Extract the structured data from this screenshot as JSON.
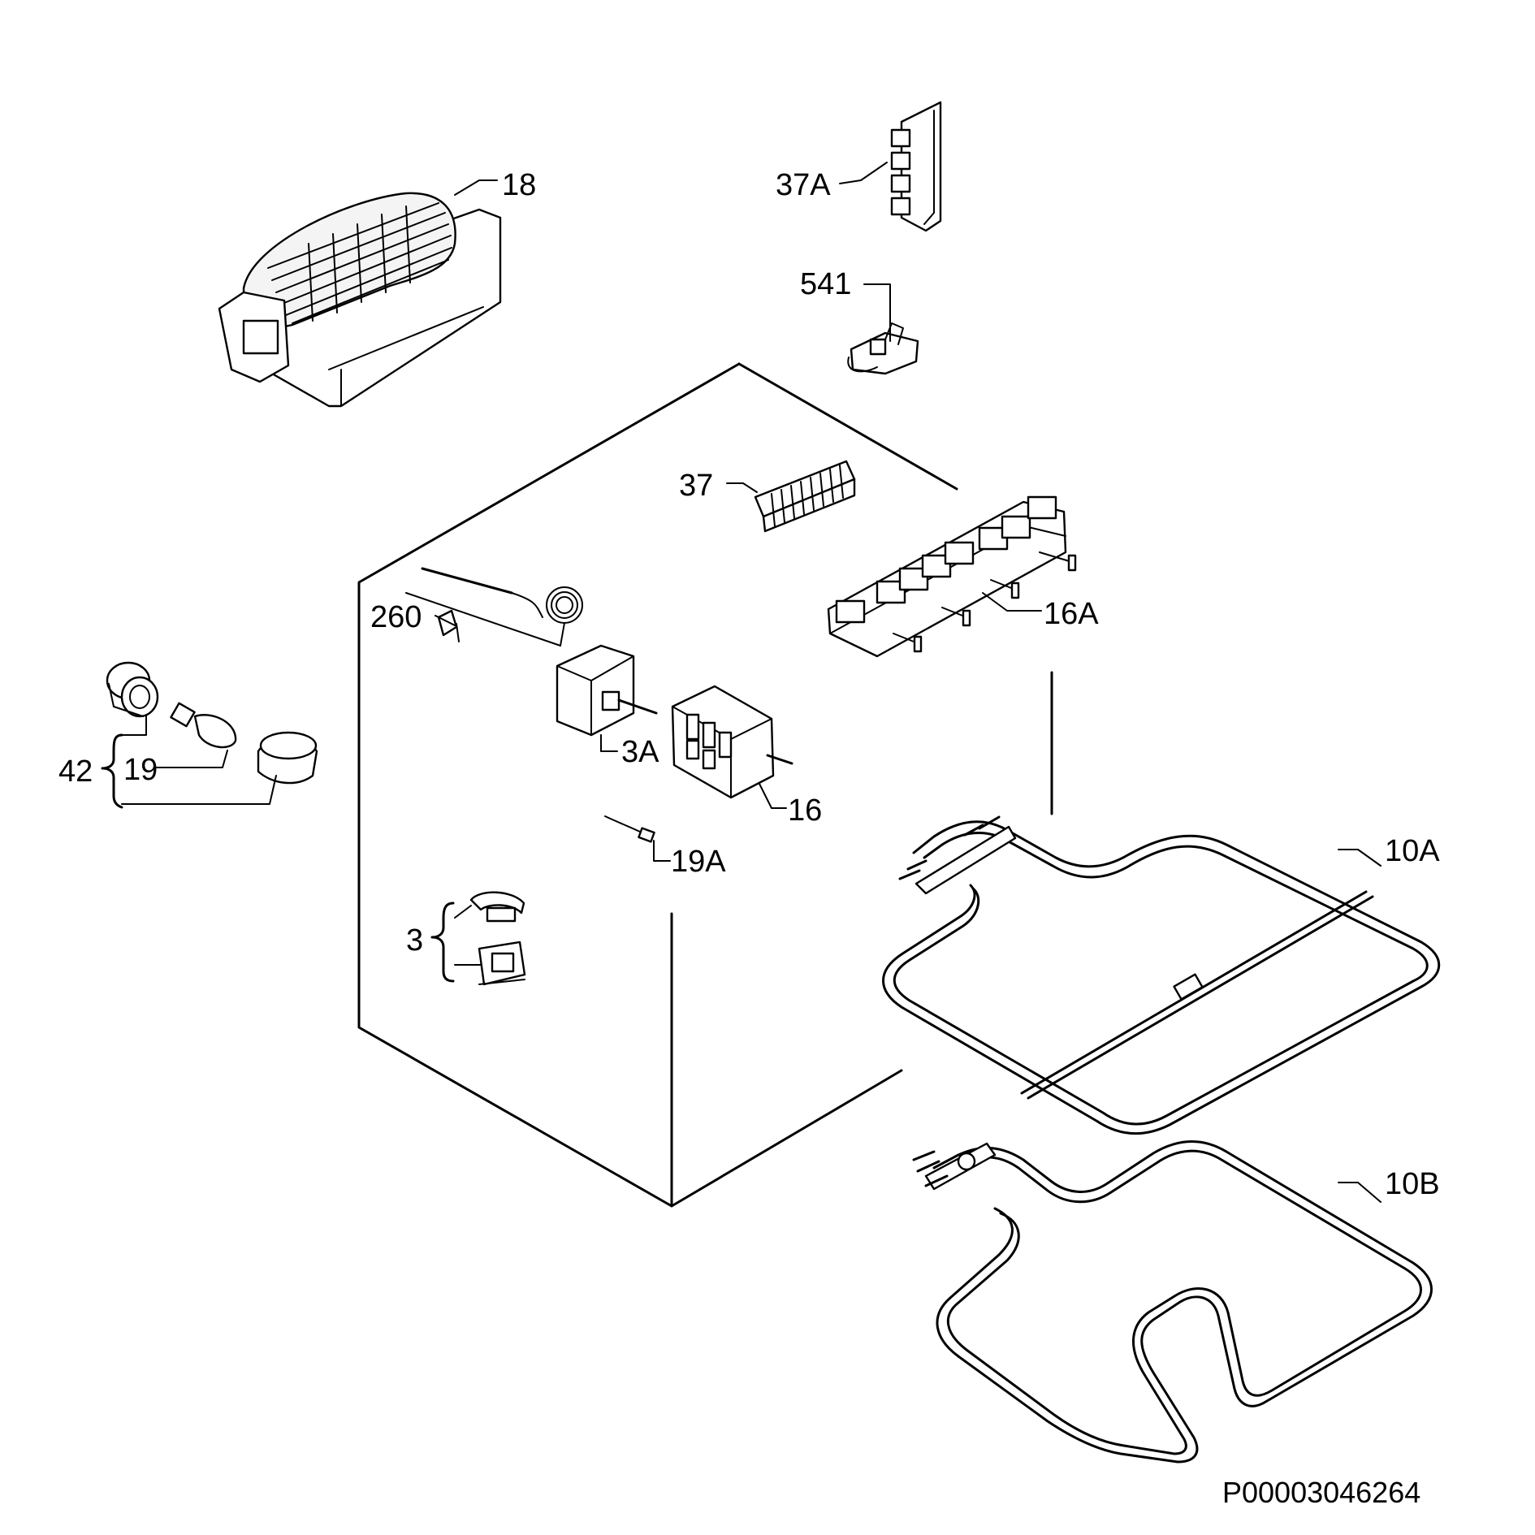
{
  "labels": {
    "l18": "18",
    "l37a": "37A",
    "l541": "541",
    "l37": "37",
    "l260": "260",
    "l16a": "16A",
    "l3a": "3A",
    "l16": "16",
    "l19a": "19A",
    "l42": "42",
    "l19": "19",
    "l3": "3",
    "l10a": "10A",
    "l10b": "10B"
  },
  "document_id": "P00003046264"
}
